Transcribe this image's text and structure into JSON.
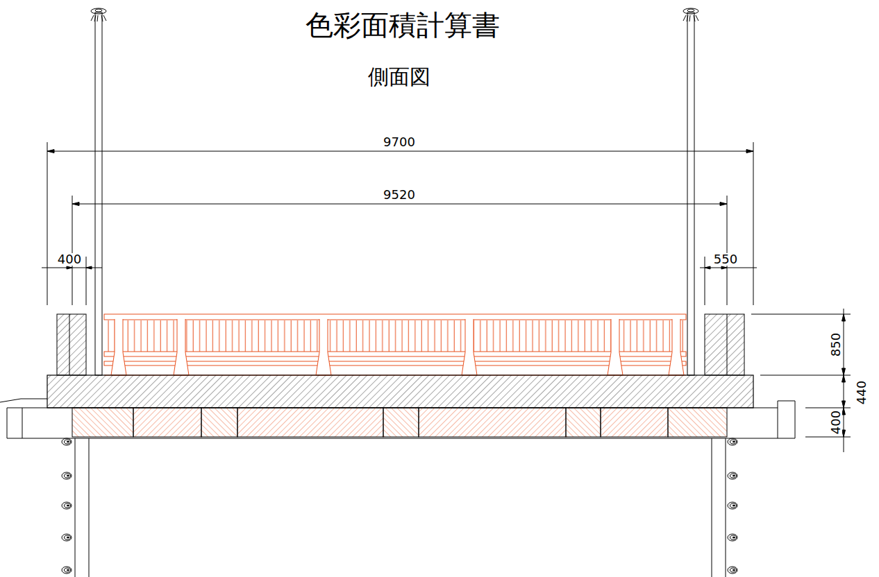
{
  "diagram": {
    "title": "色彩面積計算書",
    "labels": [
      "側面図",
      "9700",
      "9520",
      "400",
      "550",
      "850",
      "440",
      "400"
    ]
  }
}
